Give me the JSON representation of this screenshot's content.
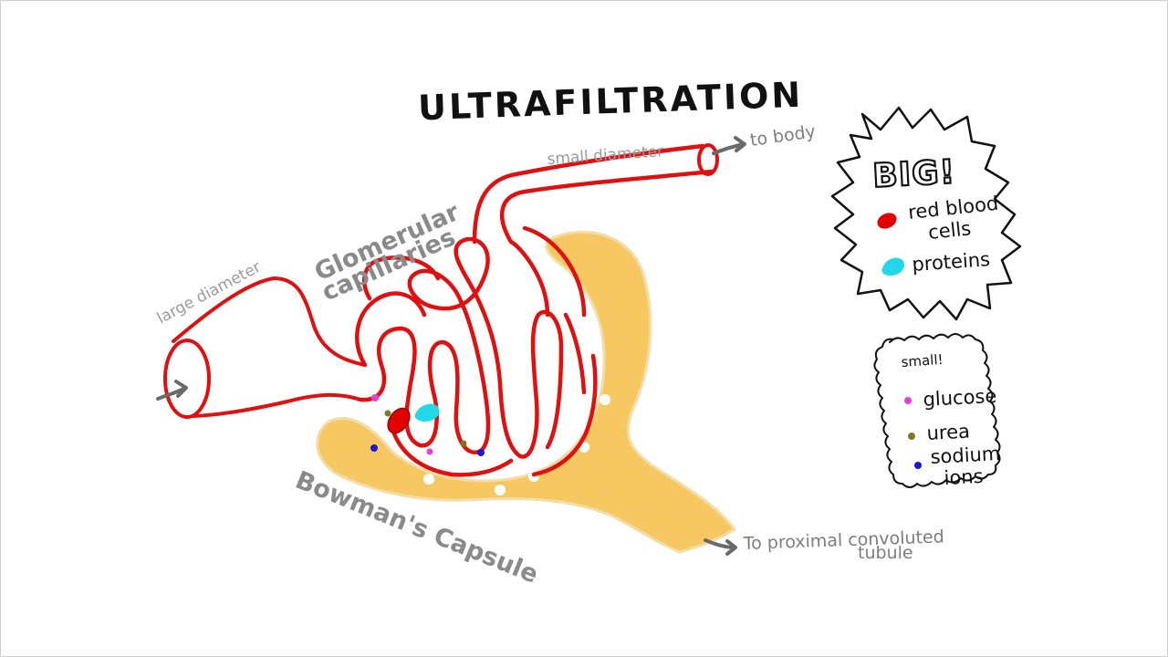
{
  "title": "ULTRAFILTRATION",
  "labels": {
    "small_diameter": "small diameter",
    "to_body": "to body",
    "large_diameter": "large diameter",
    "glomerular_line1": "Glomerular",
    "glomerular_line2": "capillaries",
    "bowmans_capsule": "Bowman's Capsule",
    "to_pct_line1": "To proximal convoluted",
    "to_pct_line2": "tubule"
  },
  "big_box": {
    "heading": "BIG!",
    "items": [
      {
        "line1": "red blood",
        "line2": "cells",
        "color": "#e00000"
      },
      {
        "line1": "proteins",
        "line2": "",
        "color": "#22d8e8"
      }
    ]
  },
  "small_box": {
    "heading": "small!",
    "items": [
      {
        "label": "glucose",
        "color": "#e040e0"
      },
      {
        "label": "urea",
        "color": "#7a7a20"
      },
      {
        "label_line1": "sodium",
        "label_line2": "ions",
        "color": "#1a1acc"
      }
    ]
  },
  "colors": {
    "capillary": "#e01010",
    "capsule": "#f7c862",
    "arrow": "#6a6a6a",
    "text_grey": "#8a8a8a"
  }
}
